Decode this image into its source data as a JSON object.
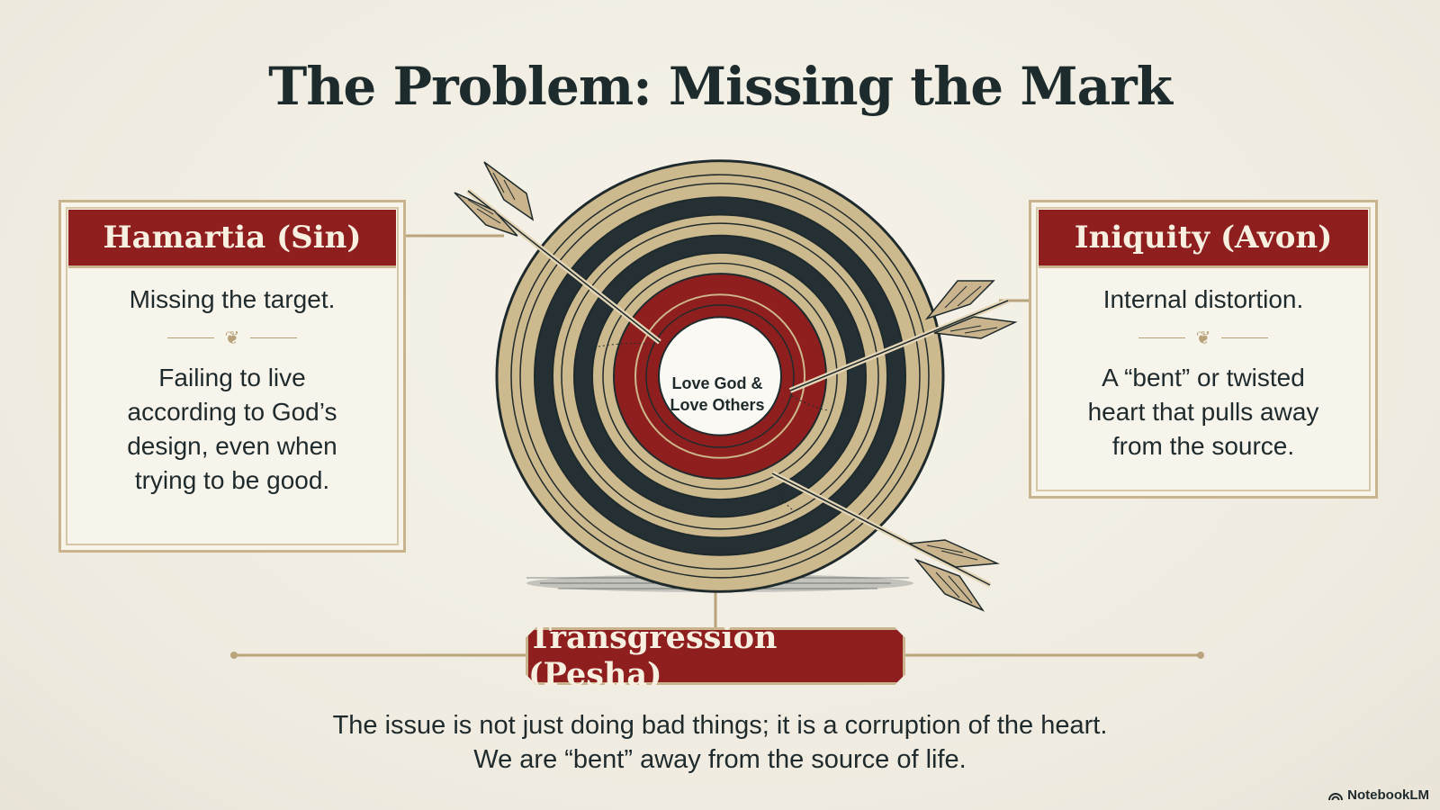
{
  "title": "The Problem: Missing the Mark",
  "target_label_line1": "Love God &",
  "target_label_line2": "Love Others",
  "cards": {
    "hamartia": {
      "heading": "Hamartia (Sin)",
      "lead": "Missing the target.",
      "desc_lines": [
        "Failing to live",
        "according to God’s",
        "design, even when",
        "trying to be good."
      ]
    },
    "iniquity": {
      "heading": "Iniquity (Avon)",
      "lead": "Internal distortion.",
      "desc_lines": [
        "A “bent” or twisted",
        "heart that pulls away",
        "from the source."
      ]
    }
  },
  "transgression": {
    "heading": "Transgression (Pesha)"
  },
  "footer": {
    "line1": "The issue is not just doing bad things; it is a corruption of the heart.",
    "line2": "We are “bent” away from the source of life."
  },
  "brand": "NotebookLM",
  "colors": {
    "banner_red": "#8f1f1f",
    "ring_tan": "#cdb98e",
    "ring_dark": "#243033",
    "ring_red": "#8f1f1f",
    "frame_gold": "#c9b48e",
    "text_dark": "#1f2a2c"
  }
}
